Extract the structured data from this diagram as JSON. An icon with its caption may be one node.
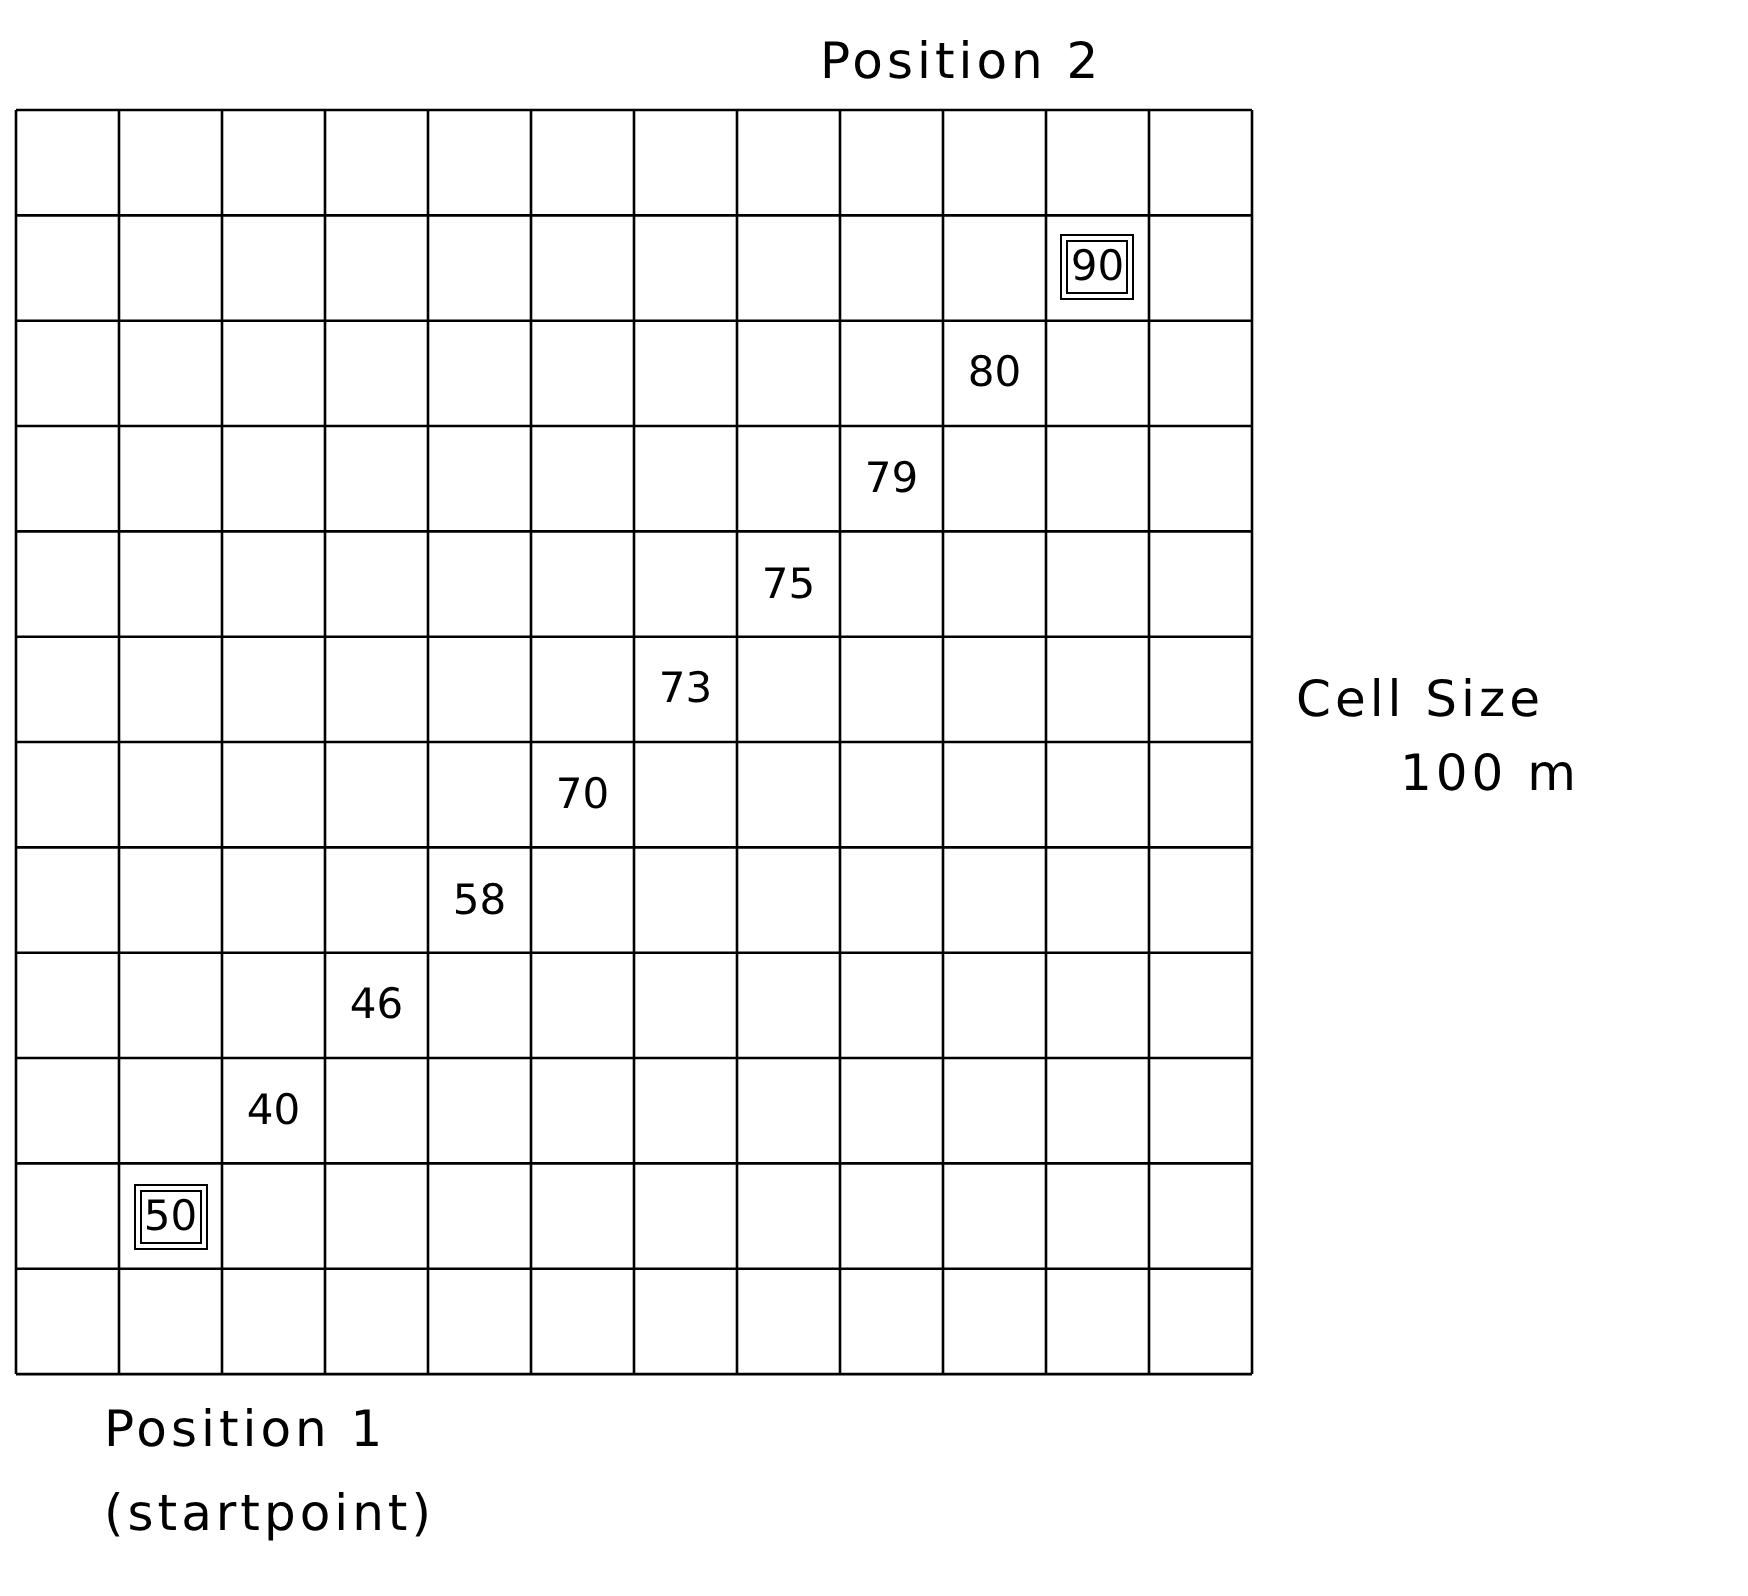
{
  "diagram": {
    "labels": [
      "Position 2",
      "90",
      "80",
      "79",
      "Cell Size",
      "100 m",
      "75",
      "73",
      "70",
      "58",
      "46",
      "40",
      "50",
      "Position 1",
      "(startpoint)"
    ]
  }
}
